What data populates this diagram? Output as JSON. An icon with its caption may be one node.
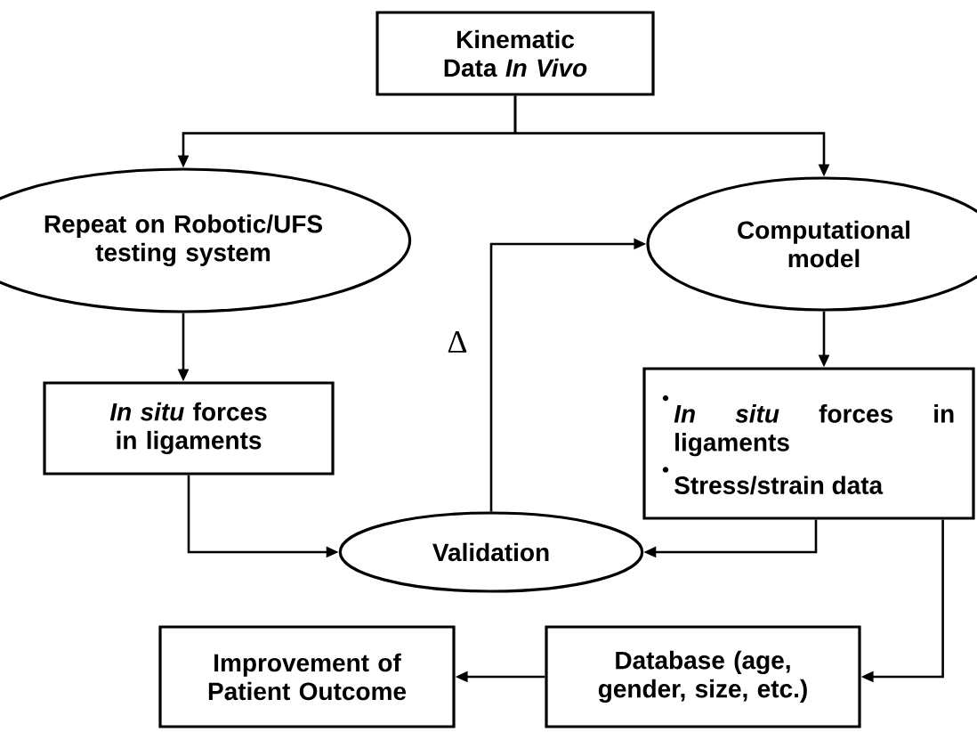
{
  "diagram": {
    "nodes": [
      {
        "text": [
          "Kinematic Data *In Vivo*"
        ]
      },
      {
        "text": [
          "Repeat on Robotic/UFS testing system"
        ]
      },
      {
        "text": [
          "Computational model"
        ]
      },
      {
        "text": [
          "*In situ* forces in ligaments"
        ]
      },
      {
        "text": [
          "*In situ* forces in ligaments",
          "Stress/strain data"
        ]
      },
      {
        "text": [
          "Validation"
        ]
      },
      {
        "text": [
          "Improvement of Patient Outcome"
        ]
      },
      {
        "text": [
          "Database (age, gender, size, etc.)"
        ]
      }
    ],
    "edges": [
      {
        "from": 0,
        "to": 1,
        "arrow": "to"
      },
      {
        "from": 0,
        "to": 2,
        "arrow": "to"
      },
      {
        "from": 1,
        "to": 3,
        "arrow": "to"
      },
      {
        "from": 2,
        "to": 4,
        "arrow": "to"
      },
      {
        "from": 3,
        "to": 5,
        "arrow": "to"
      },
      {
        "from": 4,
        "to": 5,
        "arrow": "to"
      },
      {
        "from": 5,
        "to": 2,
        "arrow": "to",
        "label": "Δ"
      },
      {
        "from": 4,
        "to": 7,
        "arrow": "to"
      },
      {
        "from": 7,
        "to": 6,
        "arrow": "to"
      }
    ]
  }
}
